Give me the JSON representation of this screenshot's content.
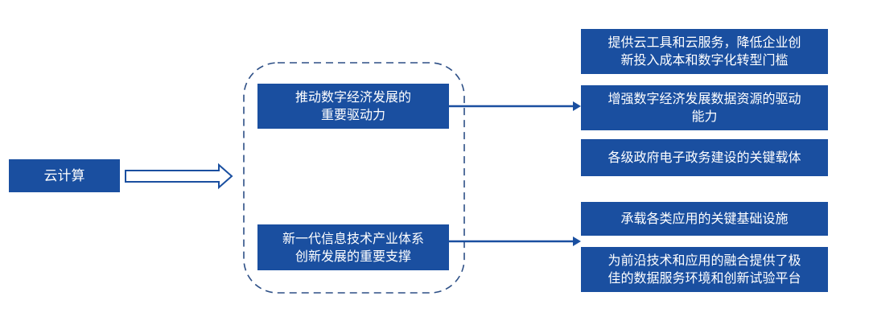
{
  "colors": {
    "box_fill": "#1a4fa0",
    "text": "#ffffff",
    "connector": "#1a4fa0",
    "dashed_border": "#2d4f86"
  },
  "source": {
    "label": "云计算"
  },
  "middle": [
    {
      "line1": "推动数字经济发展的",
      "line2": "重要驱动力"
    },
    {
      "line1": "新一代信息技术产业体系",
      "line2": "创新发展的重要支撑"
    }
  ],
  "right_top": [
    {
      "line1": "提供云工具和云服务，降低企业创",
      "line2": "新投入成本和数字化转型门槛"
    },
    {
      "line1": "增强数字经济发展数据资源的驱动",
      "line2": "能力"
    },
    {
      "line1": "各级政府电子政务建设的关键载体",
      "line2": ""
    }
  ],
  "right_bottom": [
    {
      "line1": "承载各类应用的关键基础设施",
      "line2": ""
    },
    {
      "line1": "为前沿技术和应用的融合提供了极",
      "line2": "佳的数据服务环境和创新试验平台"
    }
  ]
}
